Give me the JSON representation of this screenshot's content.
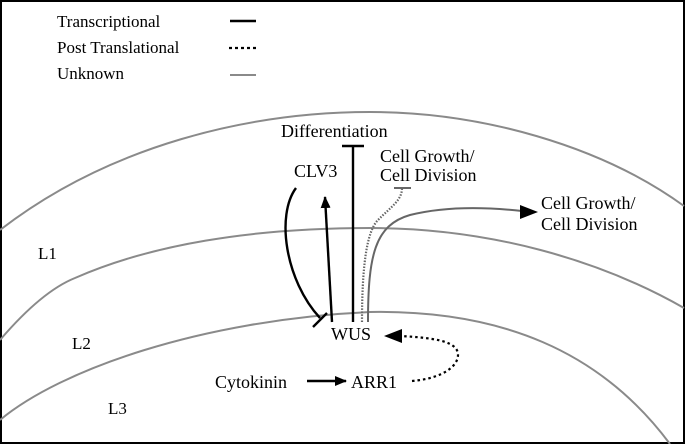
{
  "legend": {
    "items": [
      {
        "label": "Transcriptional",
        "style": "solid"
      },
      {
        "label": "Post Translational",
        "style": "dotted"
      },
      {
        "label": "Unknown",
        "style": "grey"
      }
    ]
  },
  "layers": {
    "l1": "L1",
    "l2": "L2",
    "l3": "L3"
  },
  "nodes": {
    "differentiation": "Differentiation",
    "clv3": "CLV3",
    "cell_growth_inner_line1": "Cell Growth/",
    "cell_growth_inner_line2": "Cell Division",
    "cell_growth_outer_line1": "Cell Growth/",
    "cell_growth_outer_line2": "Cell Division",
    "wus": "WUS",
    "cytokinin": "Cytokinin",
    "arr1": "ARR1"
  },
  "colors": {
    "transcriptional": "#000000",
    "post_translational": "#000000",
    "unknown": "#8a8a8a",
    "background": "#ffffff",
    "border": "#000000"
  }
}
